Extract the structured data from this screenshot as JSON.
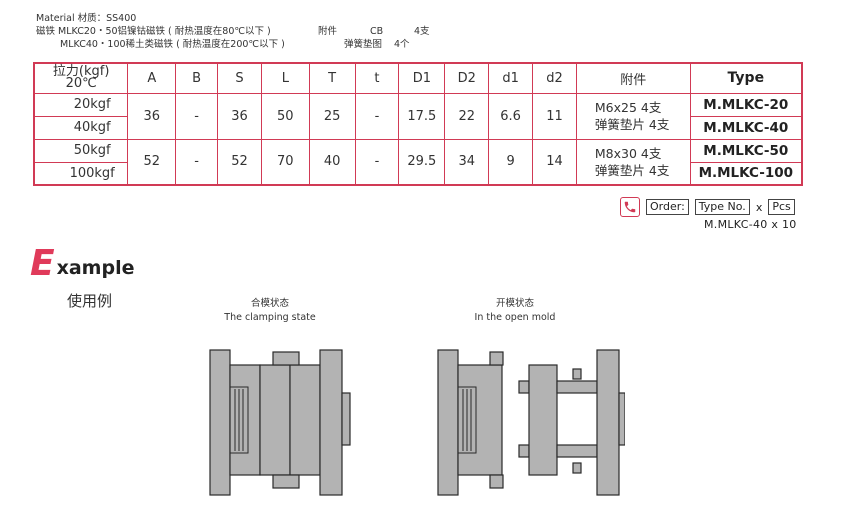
{
  "notes": {
    "material": "Material  材质：SS400",
    "magnet_line1": "磁铁  MLKC20・50铝镍钴磁铁 ( 耐热温度在80℃以下 )",
    "magnet_line2": "MLKC40・100稀土类磁铁 ( 耐热温度在200℃以下 )"
  },
  "accessories": {
    "label": "附件",
    "item1_name": "CB",
    "item1_qty": "4支",
    "item2_name": "弹簧垫图",
    "item2_qty": "4个"
  },
  "table": {
    "headers": {
      "force_line1": "拉力(kgf)",
      "force_line2": "20℃",
      "cols": [
        "A",
        "B",
        "S",
        "L",
        "T",
        "t",
        "D1",
        "D2",
        "d1",
        "d2"
      ],
      "accessory": "附件",
      "type": "Type"
    },
    "groups": [
      {
        "forces": [
          "20kgf",
          "40kgf"
        ],
        "values": [
          "36",
          "-",
          "36",
          "50",
          "25",
          "-",
          "17.5",
          "22",
          "6.6",
          "11"
        ],
        "acc_line1": "M6x25   4支",
        "acc_line2": "弹簧垫片 4支",
        "types": [
          "M.MLKC-20",
          "M.MLKC-40"
        ]
      },
      {
        "forces": [
          "50kgf",
          "100kgf"
        ],
        "values": [
          "52",
          "-",
          "52",
          "70",
          "40",
          "-",
          "29.5",
          "34",
          "9",
          "14"
        ],
        "acc_line1": "M8x30    4支",
        "acc_line2": "弹簧垫片 4支",
        "types": [
          "M.MLKC-50",
          "M.MLKC-100"
        ]
      }
    ]
  },
  "order": {
    "order_label": "Order:",
    "type_label": "Type No.",
    "x": "x",
    "pcs_label": "Pcs",
    "example": "M.MLKC-40  x  10"
  },
  "example": {
    "big_letter": "E",
    "rest": "xample",
    "subtitle": "使用例"
  },
  "figures": {
    "clamp_cn": "合模状态",
    "clamp_en": "The clamping state",
    "open_cn": "开模状态",
    "open_en": "In the open mold"
  },
  "colors": {
    "accent": "#d13a55",
    "mold_fill": "#b3b3b3",
    "mold_stroke": "#2a2a2a"
  },
  "icons": {
    "phone": "phone-icon"
  }
}
